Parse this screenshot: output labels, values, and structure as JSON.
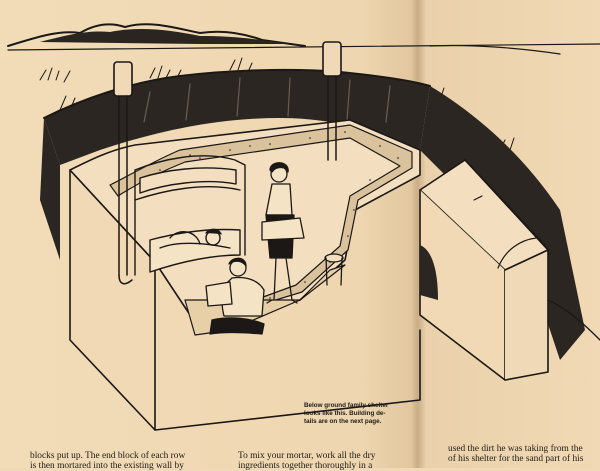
{
  "caption": {
    "lines": [
      "Below ground family shelter",
      "looks like this. Building de-",
      "tails are on the next page."
    ]
  },
  "columns": [
    {
      "lines": [
        "blocks put up. The end block of each row",
        "is then mortared into the existing wall by"
      ]
    },
    {
      "lines": [
        "To mix your mortar, work all the dry",
        "ingredients together thoroughly in a"
      ]
    },
    {
      "lines": [
        "used the dirt he was taking from the",
        "of his shelter for the sand part of his"
      ]
    }
  ]
}
